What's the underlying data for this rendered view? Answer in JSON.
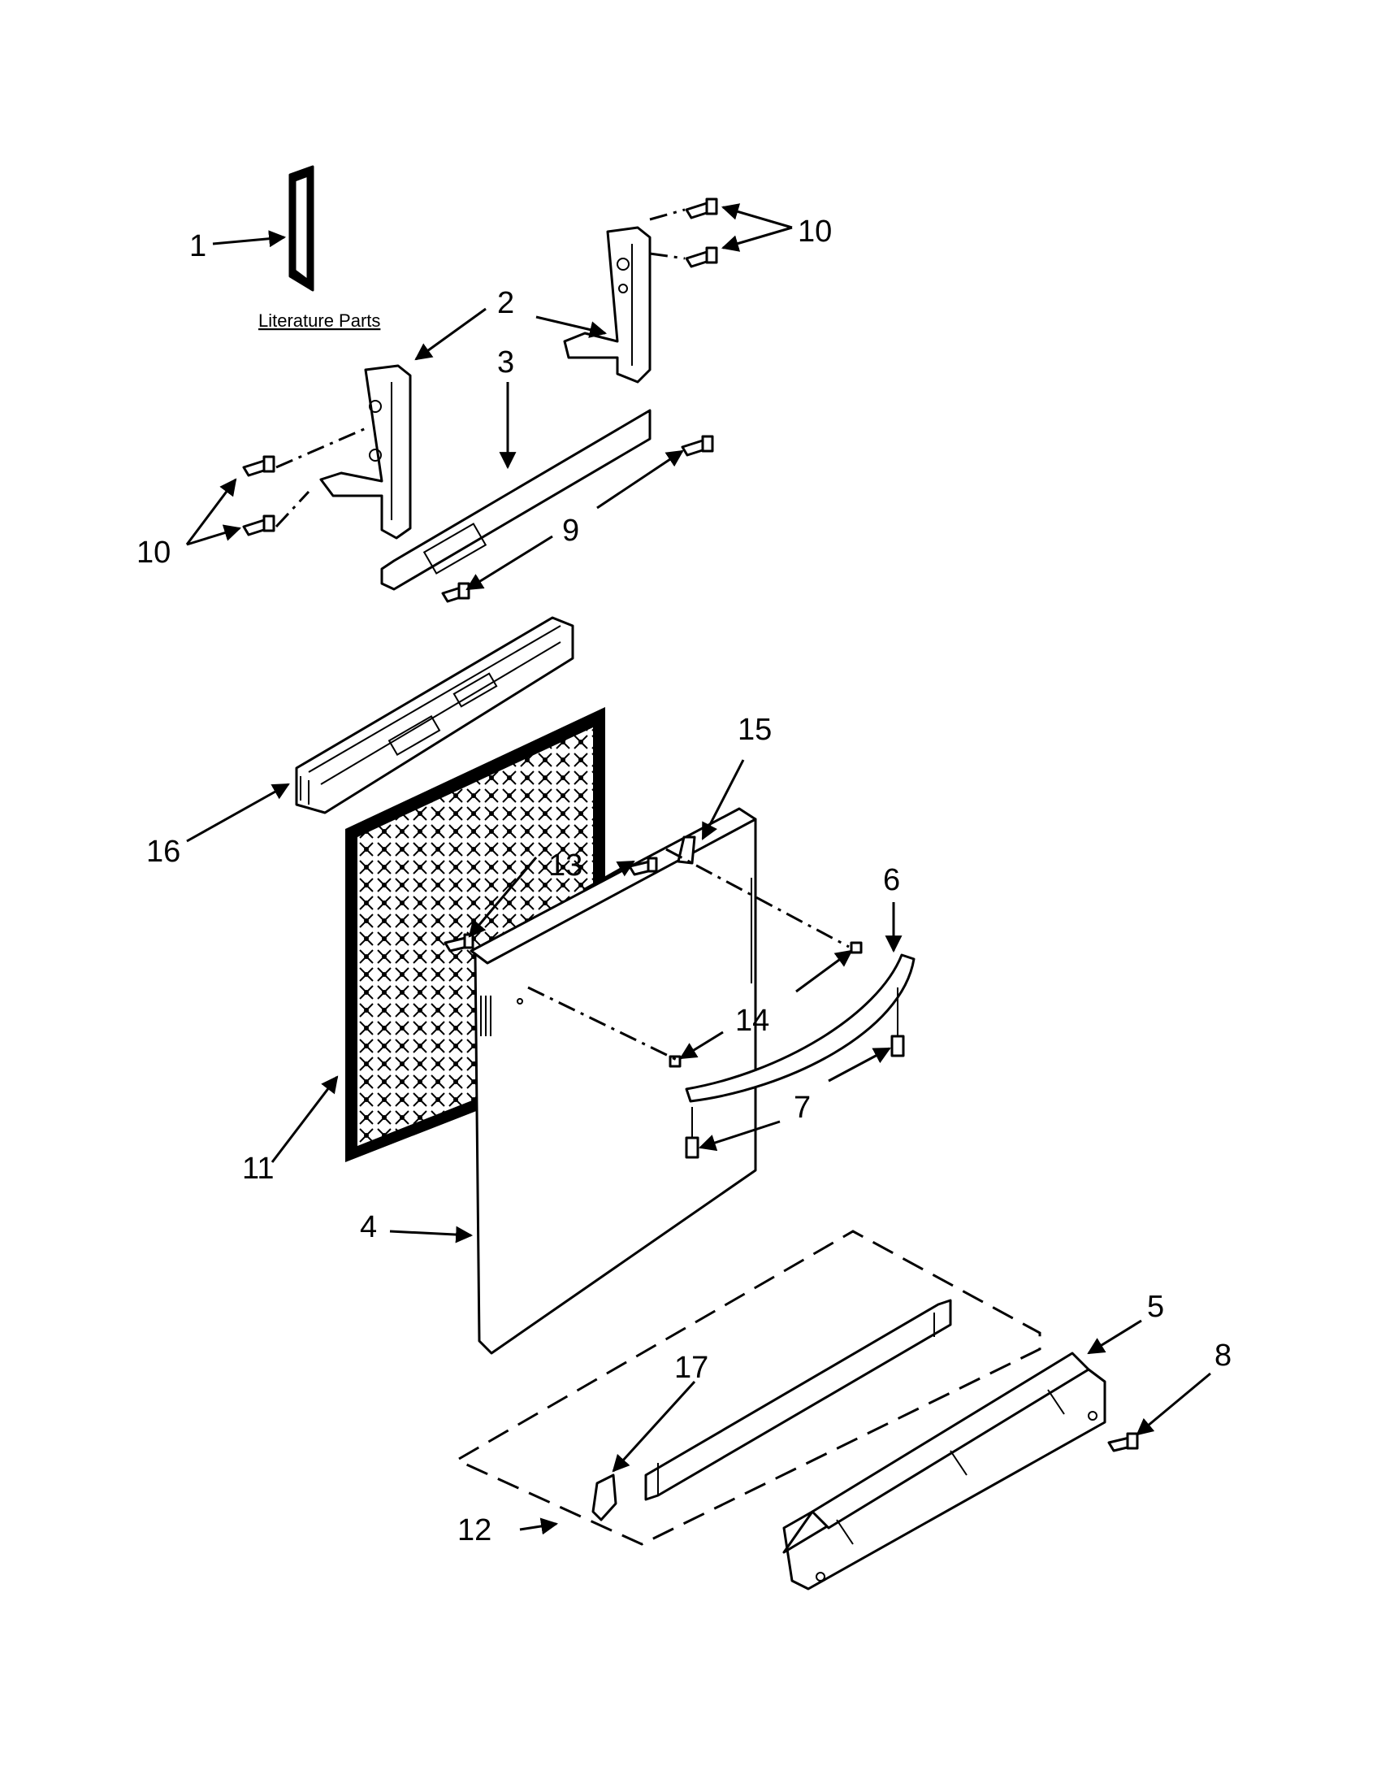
{
  "diagram": {
    "caption": "Literature Parts",
    "callouts": [
      "1",
      "2",
      "3",
      "4",
      "5",
      "6",
      "7",
      "8",
      "9",
      "10",
      "10",
      "11",
      "12",
      "13",
      "14",
      "15",
      "16",
      "17"
    ]
  }
}
